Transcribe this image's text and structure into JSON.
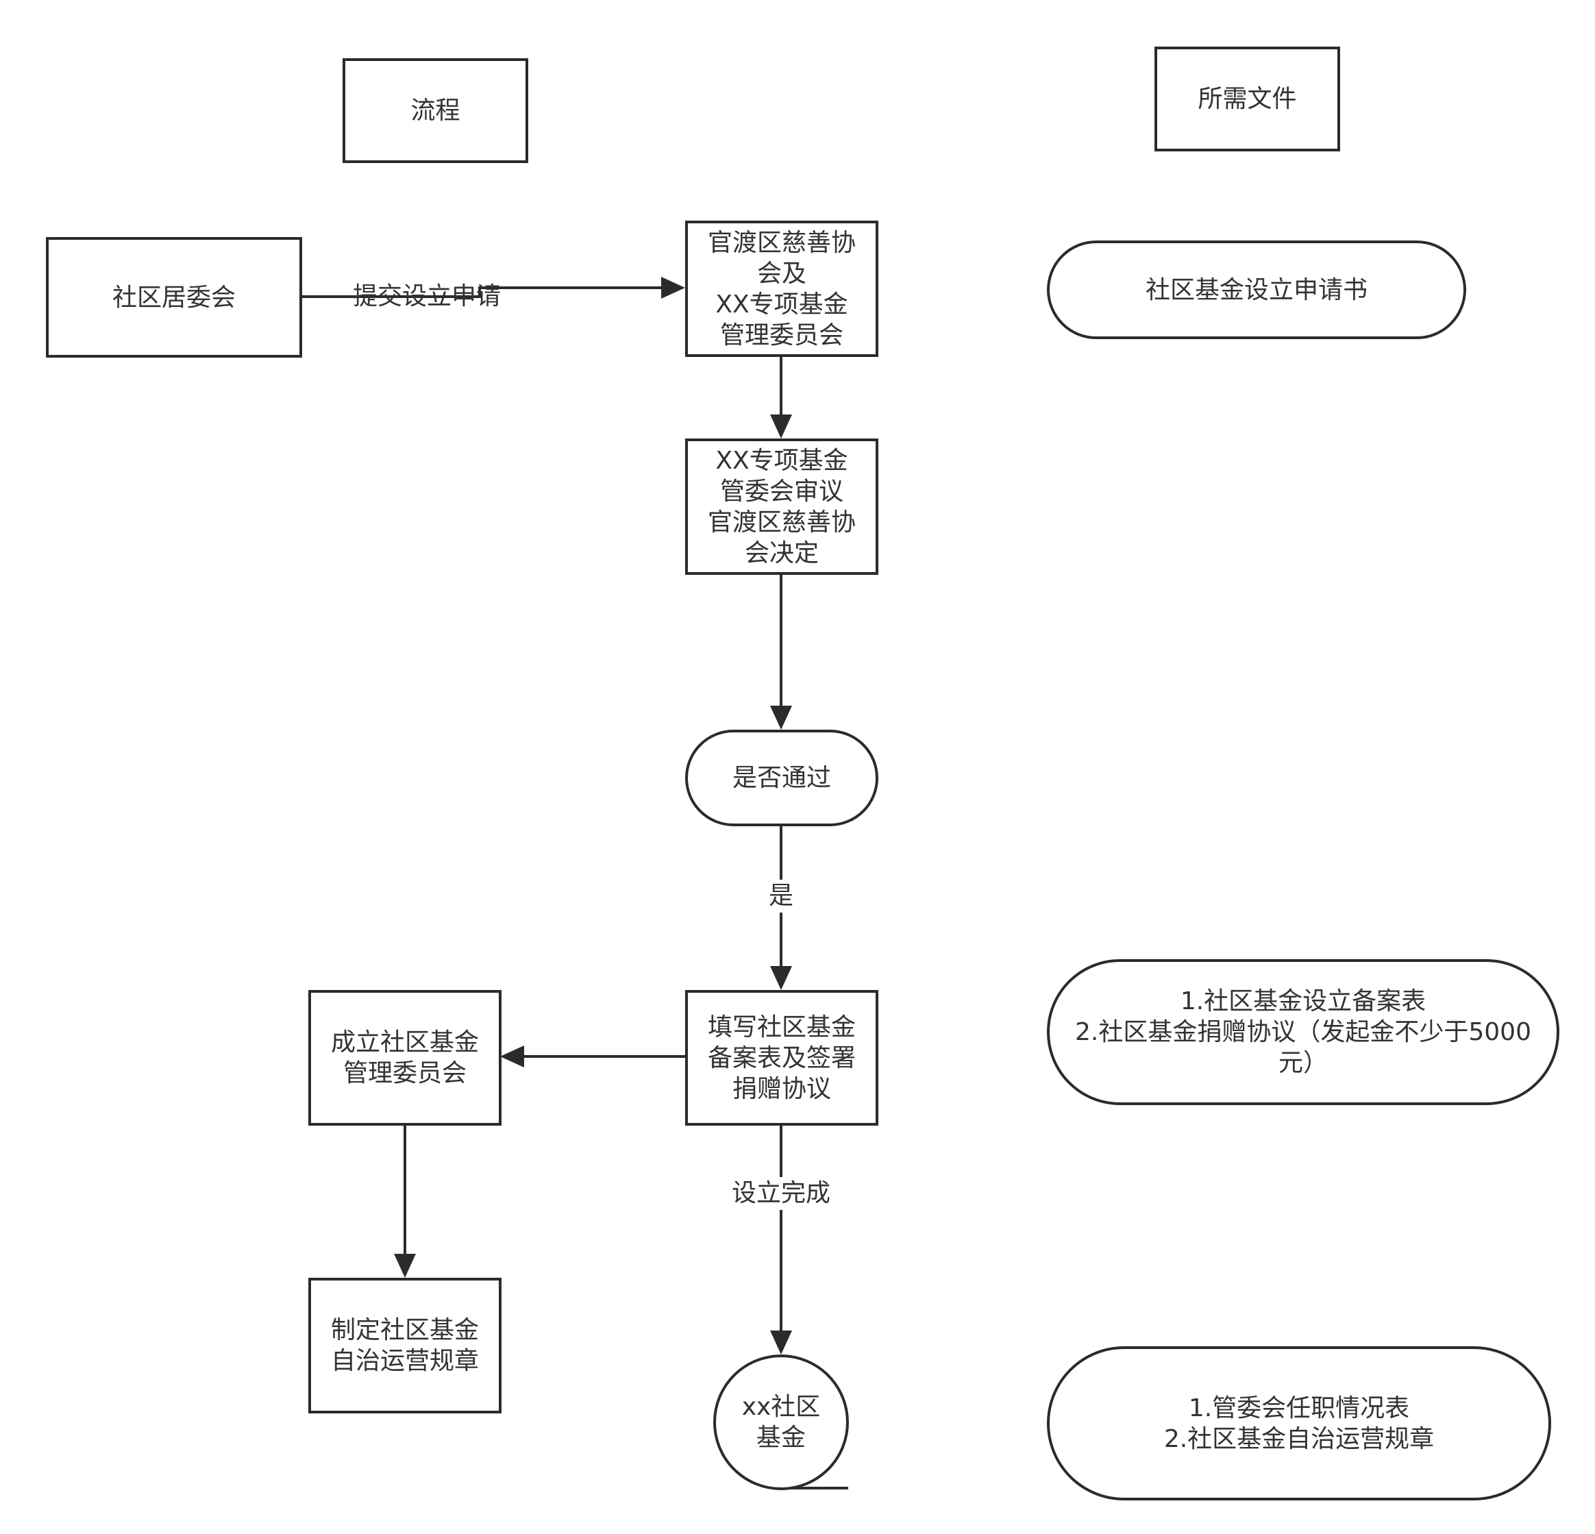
{
  "headers": {
    "process": "流程",
    "documents": "所需文件"
  },
  "nodes": {
    "community_committee": "社区居委会",
    "charity_association": "官渡区慈善协\n会及\nXX专项基金\n管理委员会",
    "review_decision": "XX专项基金\n管委会审议\n官渡区慈善协\n会决定",
    "approved_check": "是否通过",
    "fill_form_sign": "填写社区基金\n备案表及签署\n捐赠协议",
    "establish_committee": "成立社区基金\n管理委员会",
    "draft_rules": "制定社区基金\n自治运营规章",
    "community_fund": "xx社区\n基金"
  },
  "documents": {
    "application": "社区基金设立申请书",
    "filing_and_donation": "1.社区基金设立备案表\n2.社区基金捐赠协议（发起金不少于5000\n元）",
    "committee_and_rules": "1.管委会任职情况表\n2.社区基金自治运营规章"
  },
  "edges": {
    "submit_application": "提交设立申请",
    "yes": "是",
    "setup_complete": "设立完成"
  },
  "colors": {
    "stroke": "#2b2b2b",
    "text": "#333333",
    "background": "#ffffff"
  }
}
